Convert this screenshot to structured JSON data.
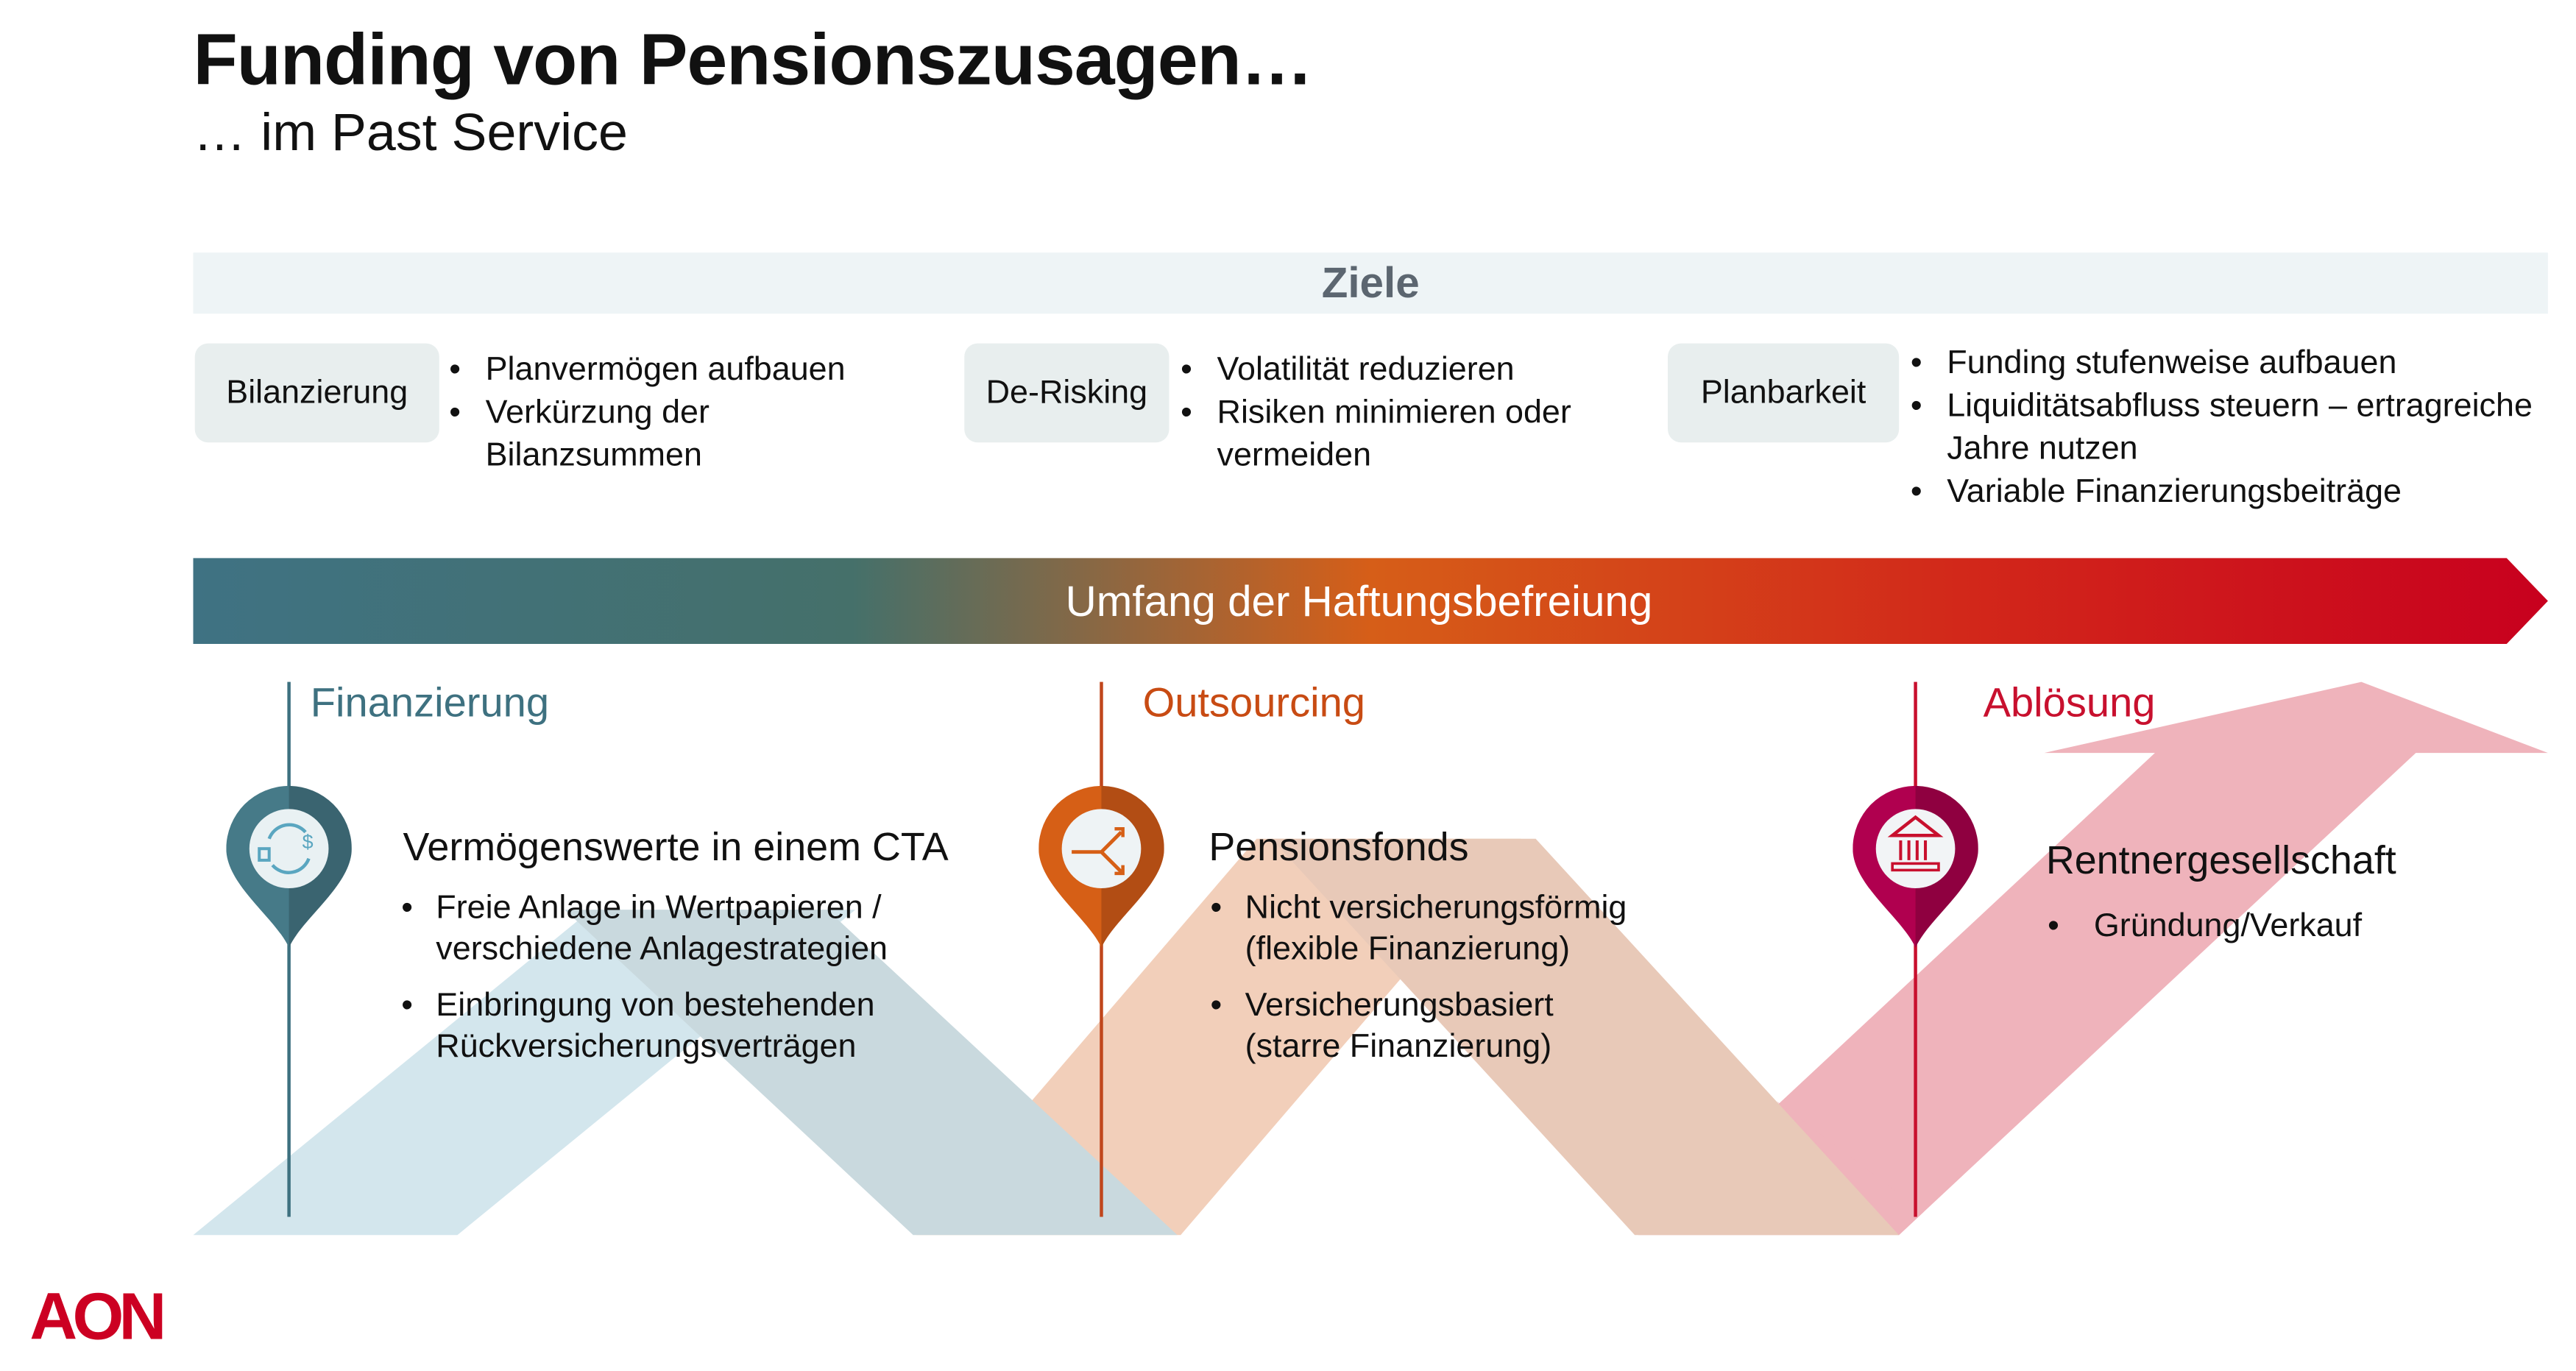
{
  "header": {
    "title": "Funding von Pensionszusagen…",
    "subtitle": "… im Past Service"
  },
  "goals": {
    "heading": "Ziele",
    "items": [
      {
        "label": "Bilanzierung",
        "bullets": [
          "Planvermögen aufbauen",
          "Verkürzung der",
          "Bilanzsummen"
        ]
      },
      {
        "label": "De-Risking",
        "bullets": [
          "Volatilität reduzieren",
          "Risiken minimieren oder",
          "vermeiden"
        ]
      },
      {
        "label": "Planbarkeit",
        "bullets": [
          "Funding stufenweise aufbauen",
          "Liquiditätsabfluss steuern – ertragreiche",
          "Jahre nutzen",
          "Variable Finanzierungsbeiträge"
        ]
      }
    ]
  },
  "banner": {
    "label": "Umfang der Haftungsbefreiung"
  },
  "stages": [
    {
      "heading": "Finanzierung",
      "color": "#3e7180",
      "icon": "currency-exchange-icon",
      "title": "Vermögenswerte in einem CTA",
      "bullets": [
        [
          "Freie Anlage in Wertpapieren /",
          "verschiedene Anlagestrategien"
        ],
        [
          "Einbringung von bestehenden",
          "Rückversicherungsverträgen"
        ]
      ]
    },
    {
      "heading": "Outsourcing",
      "color": "#c8501a",
      "icon": "split-arrows-icon",
      "title": "Pensionsfonds",
      "bullets": [
        [
          "Nicht versicherungsförmig",
          "(flexible Finanzierung)"
        ],
        [
          "Versicherungsbasiert",
          "(starre Finanzierung)"
        ]
      ]
    },
    {
      "heading": "Ablösung",
      "color": "#c8102e",
      "icon": "bank-building-icon",
      "title": "Rentnergesellschaft",
      "bullets": [
        [
          "Gründung/Verkauf"
        ]
      ]
    }
  ],
  "logo": {
    "text": "AON"
  }
}
